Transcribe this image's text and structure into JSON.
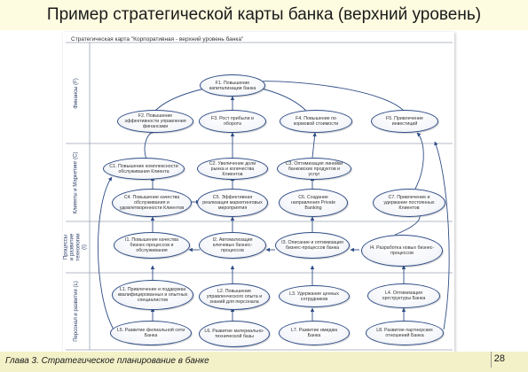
{
  "slide": {
    "title": "Пример стратегической карты банка (верхний уровень)",
    "footer_left": "Глава 3. Стратегическое планирование в банке",
    "page_number": "28"
  },
  "diagram": {
    "caption": "Стратегическая карта \"Корпоративная - верхний уровень банка\"",
    "lanes": [
      {
        "label": "Финансы (F)"
      },
      {
        "label": "Клиенты и Маркетинг (C)"
      },
      {
        "label": "Процессы и развитие технологии (I)"
      },
      {
        "label": "Персонал и развитие (L)"
      }
    ],
    "nodes": {
      "f1": "F1. Повышение капитализации банка",
      "f2": "F2. Повышение эффективности управления финансами",
      "f3": "F3. Рост прибыли и оборота",
      "f4": "F4. Повышение по кормовой стоимости",
      "f5": "F5. Привлечение инвестиций",
      "c1": "C1. Повышение комплексности обслуживания Клиента",
      "c2": "C2. Увеличение доли рынка и количества Клиентов",
      "c3": "C3. Оптимизация линейки банковских продуктов и услуг",
      "c4": "C4. Повышение качества обслуживания и удовлетворенности Клиентов",
      "c5": "C5. Эффективная реализация маркетинговых мероприятия",
      "c6": "C6. Создание направления Private Banking",
      "c7": "C7. Привлечение и удержание постоянных Клиентов",
      "i1": "I1. Повышение качества бизнес-процессов и обслуживания",
      "i2": "I2. Автоматизация ключевых бизнес-процессов",
      "i3": "I3. Описание и оптимизация бизнес-процессов банка",
      "i4": "I4. Разработка новых бизнес-процессов",
      "l1": "L1. Привлечение и поддержка квалифицированных и опытных специалистов",
      "l2": "L2. Повышение управленческого опыта и знаний для персонала",
      "l3": "L3. Удержание ценных сотрудников",
      "l4": "L4. Оптимизация оргструктуры Банка",
      "l5": "L5. Развитие филиальной сети Банка",
      "l6": "L6. Развитие материально-технической базы",
      "l7": "L7. Развитие имиджа Банка",
      "l8": "L8. Развитие партнерских отношений Банка"
    },
    "colors": {
      "node_border": "#2f4d86",
      "edge": "#2f4d86",
      "lane_line": "#9aa3b5"
    }
  }
}
